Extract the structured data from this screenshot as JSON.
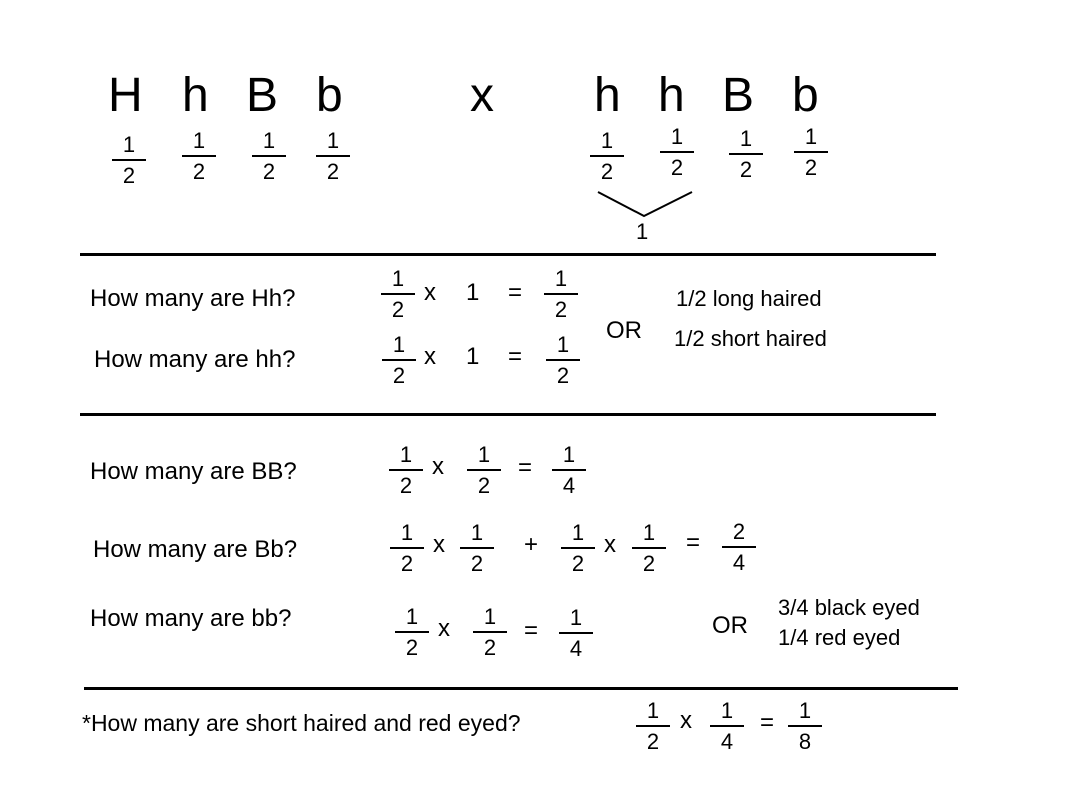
{
  "parent1": {
    "alleles": [
      "H",
      "h",
      "B",
      "b"
    ],
    "fractions": [
      {
        "num": "1",
        "den": "2"
      },
      {
        "num": "1",
        "den": "2"
      },
      {
        "num": "1",
        "den": "2"
      },
      {
        "num": "1",
        "den": "2"
      }
    ]
  },
  "cross_symbol": "x",
  "parent2": {
    "alleles": [
      "h",
      "h",
      "B",
      "b"
    ],
    "fractions": [
      {
        "num": "1",
        "den": "2"
      },
      {
        "num": "1",
        "den": "2"
      },
      {
        "num": "1",
        "den": "2"
      },
      {
        "num": "1",
        "den": "2"
      }
    ],
    "brace_sum": "1"
  },
  "section_hair": {
    "q1": {
      "label": "How many are Hh?",
      "f1": {
        "num": "1",
        "den": "2"
      },
      "op": "x",
      "term": "1",
      "eq": "=",
      "result": {
        "num": "1",
        "den": "2"
      }
    },
    "q2": {
      "label": "How many are hh?",
      "f1": {
        "num": "1",
        "den": "2"
      },
      "op": "x",
      "term": "1",
      "eq": "=",
      "result": {
        "num": "1",
        "den": "2"
      }
    },
    "or": "OR",
    "outcomes": [
      "1/2 long haired",
      "1/2 short haired"
    ]
  },
  "section_eye": {
    "q1": {
      "label": "How many are BB?",
      "f1": {
        "num": "1",
        "den": "2"
      },
      "op": "x",
      "f2": {
        "num": "1",
        "den": "2"
      },
      "eq": "=",
      "result": {
        "num": "1",
        "den": "4"
      }
    },
    "q2": {
      "label": "How many are Bb?",
      "f1": {
        "num": "1",
        "den": "2"
      },
      "op1": "x",
      "f2": {
        "num": "1",
        "den": "2"
      },
      "plus": "+",
      "f3": {
        "num": "1",
        "den": "2"
      },
      "op2": "x",
      "f4": {
        "num": "1",
        "den": "2"
      },
      "eq": "=",
      "result": {
        "num": "2",
        "den": "4"
      }
    },
    "q3": {
      "label": "How many are bb?",
      "f1": {
        "num": "1",
        "den": "2"
      },
      "op": "x",
      "f2": {
        "num": "1",
        "den": "2"
      },
      "eq": "=",
      "result": {
        "num": "1",
        "den": "4"
      }
    },
    "or": "OR",
    "outcomes": [
      "3/4 black eyed",
      "1/4 red eyed"
    ]
  },
  "final": {
    "label": "*How many are short haired and red eyed?",
    "f1": {
      "num": "1",
      "den": "2"
    },
    "op": "x",
    "f2": {
      "num": "1",
      "den": "4"
    },
    "eq": "=",
    "result": {
      "num": "1",
      "den": "8"
    }
  }
}
